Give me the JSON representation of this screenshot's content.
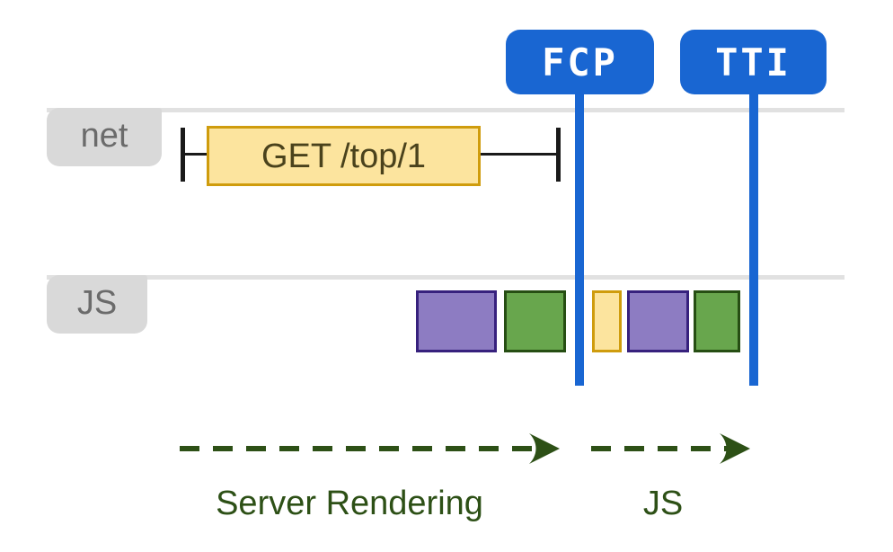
{
  "markers": [
    {
      "id": "fcp",
      "label": "FCP"
    },
    {
      "id": "tti",
      "label": "TTI"
    }
  ],
  "lanes": [
    {
      "id": "net",
      "label": "net"
    },
    {
      "id": "js",
      "label": "JS"
    }
  ],
  "network": {
    "request_label": "GET /top/1"
  },
  "js_tasks": [
    {
      "color": "purple",
      "relative_to_fcp": "before"
    },
    {
      "color": "green",
      "relative_to_fcp": "before"
    },
    {
      "color": "yellow",
      "relative_to_fcp": "after"
    },
    {
      "color": "purple",
      "relative_to_fcp": "after"
    },
    {
      "color": "green",
      "relative_to_fcp": "after"
    }
  ],
  "phases": [
    {
      "id": "server-rendering",
      "label": "Server Rendering"
    },
    {
      "id": "js",
      "label": "JS"
    }
  ],
  "colors": {
    "marker_blue": "#1966d2",
    "lane_line": "#e1e1e1",
    "label_bg": "#d9d9d9",
    "label_text": "#6b6b6b",
    "task_purple": "#8d7cc2",
    "task_purple_border": "#37217d",
    "task_green": "#68a64d",
    "task_green_border": "#264e13",
    "task_yellow": "#fce49e",
    "task_yellow_border": "#cf9c0d",
    "request_text": "#4a421c",
    "tick_black": "#1a1a1a",
    "arrow_green": "#2d5016"
  }
}
